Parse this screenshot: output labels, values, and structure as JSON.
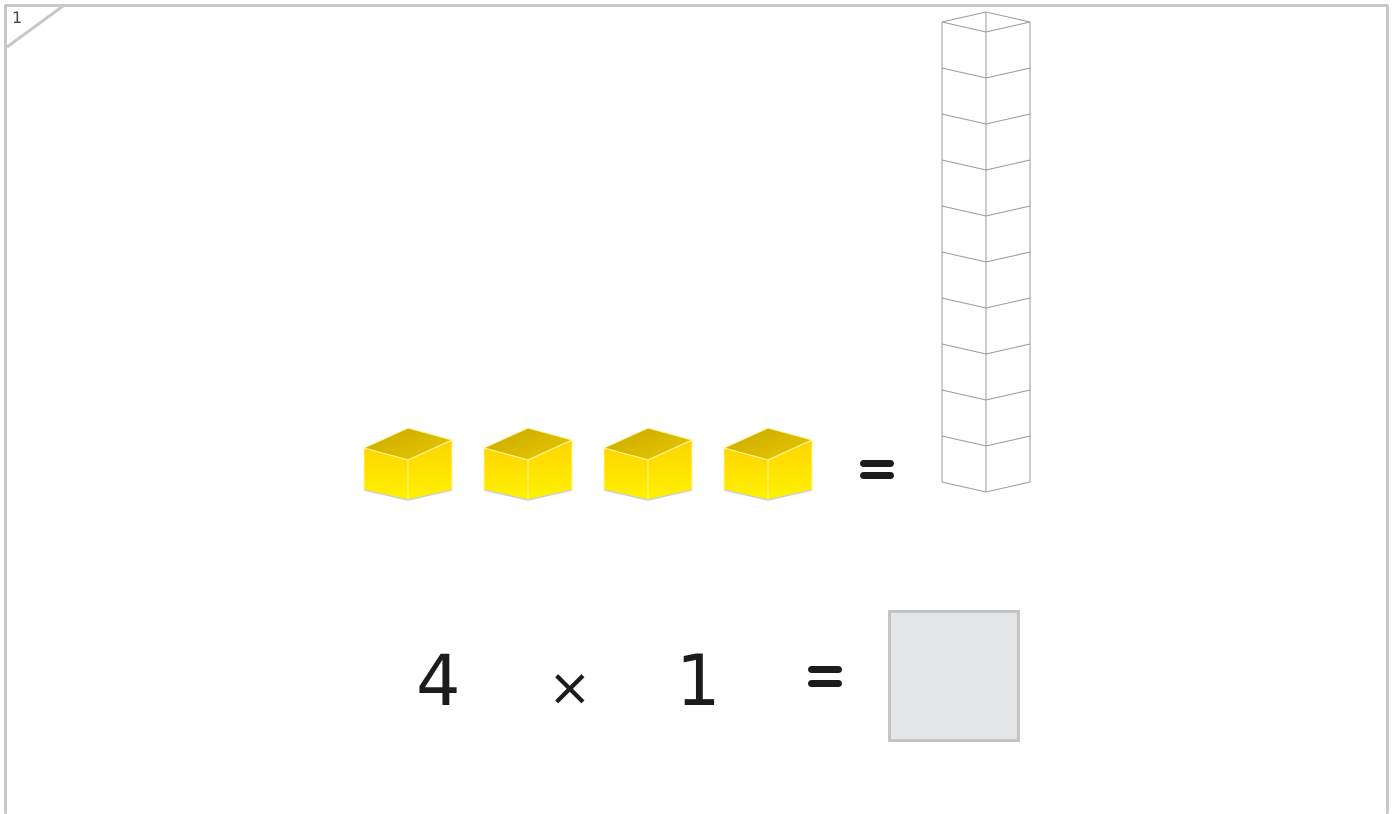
{
  "page": {
    "number": "1"
  },
  "cube_row": {
    "count": 4,
    "cube_color_top": "#d4b400",
    "cube_color_front": "#ffe200",
    "equals": "="
  },
  "tower": {
    "segments": 10,
    "outline_color": "#9a9a9a"
  },
  "equation": {
    "left": "4",
    "operator": "×",
    "right": "1",
    "equals": "=",
    "answer": ""
  }
}
